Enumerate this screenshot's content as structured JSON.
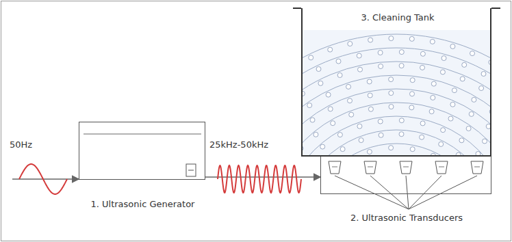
{
  "diagram": {
    "nodes": [
      {
        "text": [
          "1. Ultrasonic Generator"
        ]
      },
      {
        "text": [
          "2. Ultrasonic Transducers"
        ]
      },
      {
        "text": [
          "3. Cleaning Tank"
        ]
      }
    ],
    "edges": [
      {
        "from": 0,
        "to": 1,
        "arrow": "to"
      }
    ],
    "labels": [
      "50Hz",
      "25kHz-50kHz"
    ]
  }
}
